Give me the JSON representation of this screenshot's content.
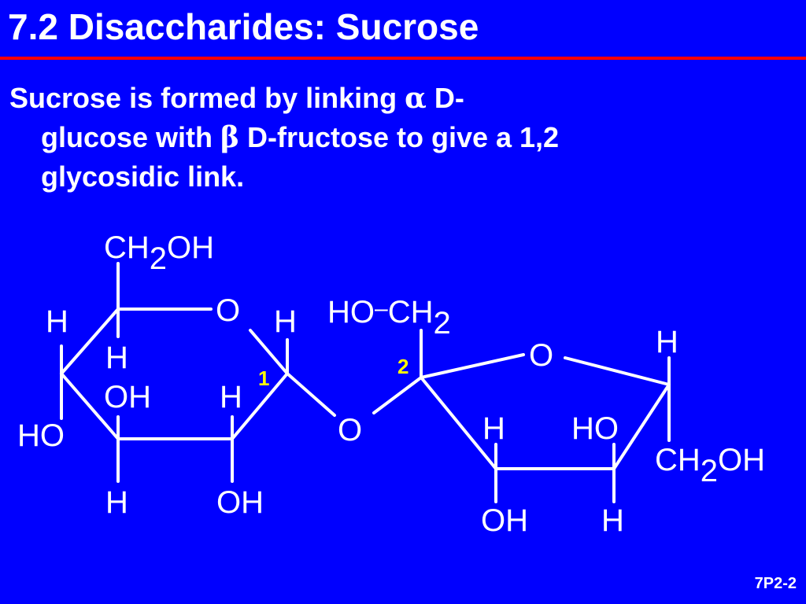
{
  "slide": {
    "title": "7.2 Disaccharides: Sucrose",
    "body_lines": [
      "Sucrose is formed by linking",
      "D-",
      "glucose with",
      "D-fructose to give a 1,2",
      "glycosidic link."
    ],
    "greek": {
      "alpha": "α",
      "beta": "β"
    },
    "footer": "7P2-2"
  },
  "diagram": {
    "colors": {
      "background": "#0000ff",
      "bonds": "#ffffff",
      "labels": "#ffffff",
      "numbers": "#ffff00",
      "rule": "#ff0000"
    },
    "glucose": {
      "ch2oh": "CH",
      "ch2oh_sub": "2",
      "ch2oh_tail": "OH",
      "ring_o": "O",
      "h_top_left": "H",
      "h_c4": "H",
      "oh_c3": "OH",
      "ho_c4": "HO",
      "h_c3_bottom": "H",
      "h_c2_top": "H",
      "oh_c2_bottom": "OH",
      "h_c1": "H",
      "c1_number": "1"
    },
    "bridge_o": "O",
    "fructose": {
      "ho_ch2": "HO",
      "dash": "–",
      "ch2": "CH",
      "ch2_sub": "2",
      "c2_number": "2",
      "ring_o": "O",
      "h_right": "H",
      "h_c3_top": "H",
      "oh_c3_bottom": "OH",
      "ho_c4_top": "HO",
      "h_c4_bottom": "H",
      "ch2oh": "CH",
      "ch2oh_sub": "2",
      "ch2oh_tail": "OH"
    }
  }
}
